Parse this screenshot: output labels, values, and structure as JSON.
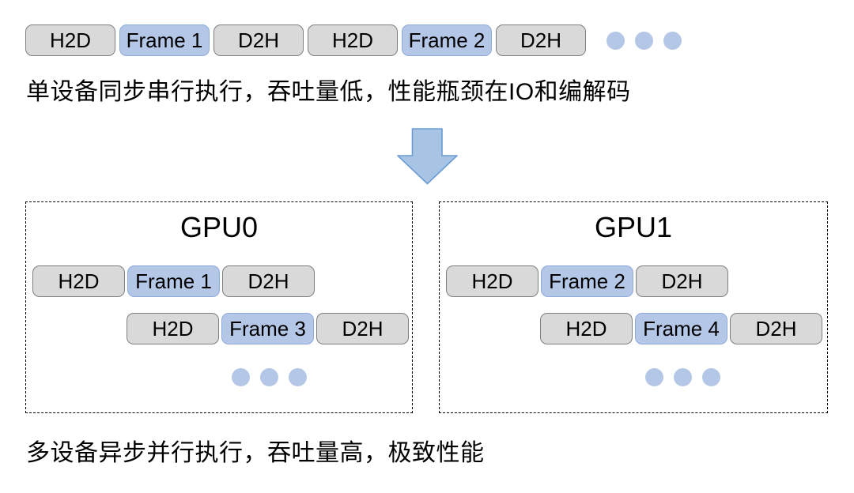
{
  "colors": {
    "gray_fill": "#d9d9d9",
    "gray_border": "#7f7f7f",
    "blue_fill": "#b4c7e7",
    "blue_border": "#8eaadb",
    "dot_color": "#b4c7e7",
    "arrow_fill": "#a8c4e4",
    "arrow_border": "#6b9bd2",
    "text_color": "#000000"
  },
  "top_pipeline": {
    "blocks": [
      {
        "label": "H2D",
        "type": "gray"
      },
      {
        "label": "Frame 1",
        "type": "blue"
      },
      {
        "label": "D2H",
        "type": "gray"
      },
      {
        "label": "H2D",
        "type": "gray"
      },
      {
        "label": "Frame 2",
        "type": "blue"
      },
      {
        "label": "D2H",
        "type": "gray"
      }
    ],
    "ellipsis_dots": 3
  },
  "caption_serial": "单设备同步串行执行，吞吐量低，性能瓶颈在IO和编解码",
  "gpu_panels": [
    {
      "title": "GPU0",
      "rows": [
        {
          "blocks": [
            {
              "label": "H2D",
              "type": "gray"
            },
            {
              "label": "Frame 1",
              "type": "blue"
            },
            {
              "label": "D2H",
              "type": "gray"
            }
          ]
        },
        {
          "blocks": [
            {
              "label": "H2D",
              "type": "gray"
            },
            {
              "label": "Frame 3",
              "type": "blue"
            },
            {
              "label": "D2H",
              "type": "gray"
            }
          ]
        }
      ],
      "ellipsis_dots": 3
    },
    {
      "title": "GPU1",
      "rows": [
        {
          "blocks": [
            {
              "label": "H2D",
              "type": "gray"
            },
            {
              "label": "Frame 2",
              "type": "blue"
            },
            {
              "label": "D2H",
              "type": "gray"
            }
          ]
        },
        {
          "blocks": [
            {
              "label": "H2D",
              "type": "gray"
            },
            {
              "label": "Frame 4",
              "type": "blue"
            },
            {
              "label": "D2H",
              "type": "gray"
            }
          ]
        }
      ],
      "ellipsis_dots": 3
    }
  ],
  "caption_parallel": "多设备异步并行执行，吞吐量高，极致性能"
}
